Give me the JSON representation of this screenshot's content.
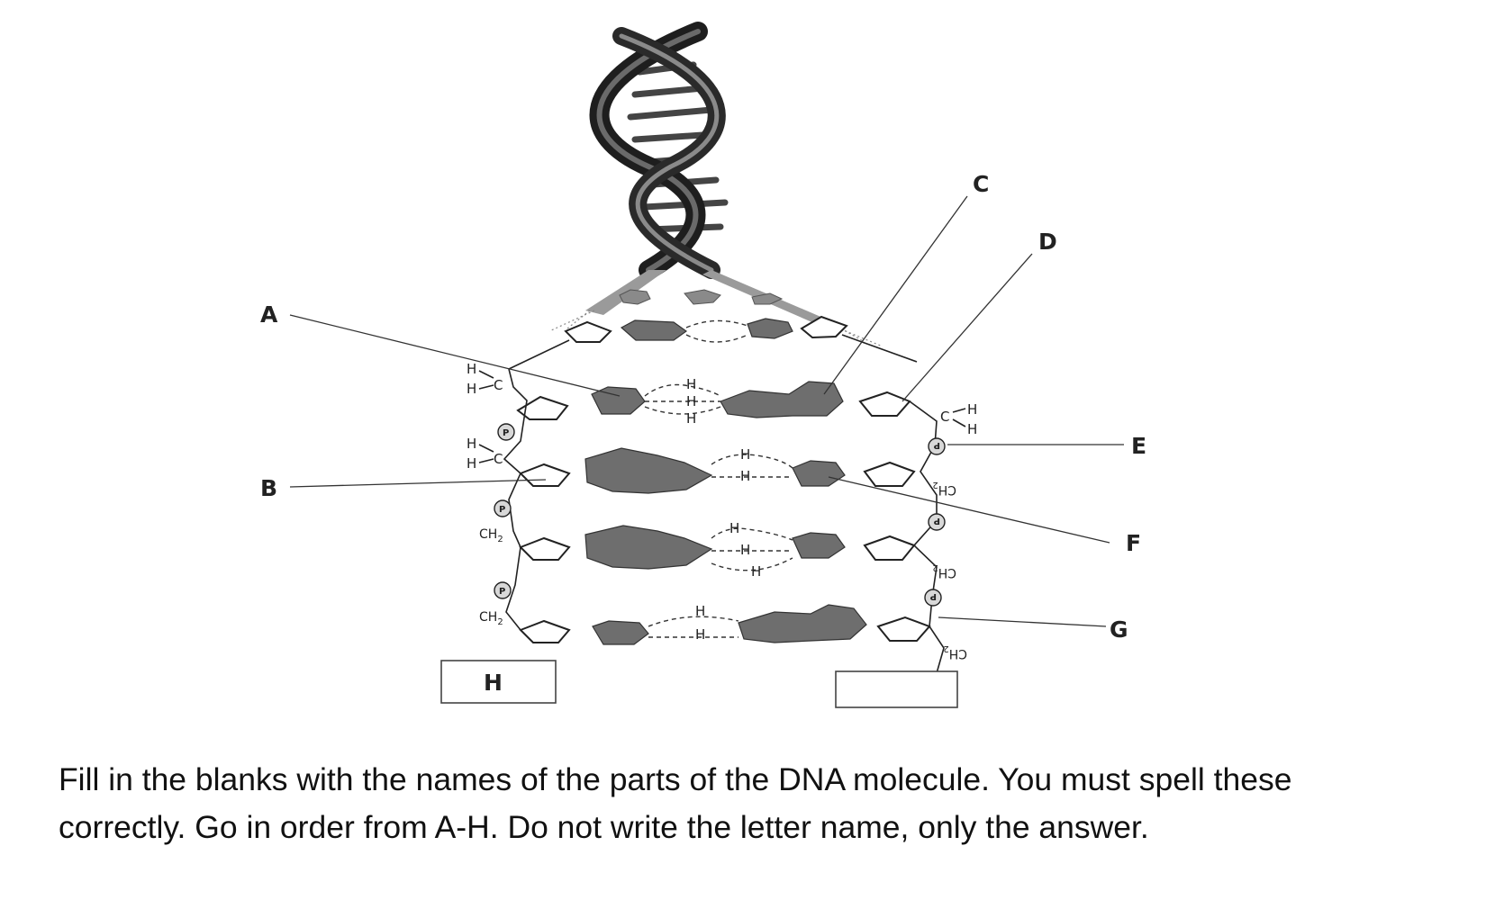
{
  "diagram": {
    "labels": {
      "A": "A",
      "B": "B",
      "C": "C",
      "D": "D",
      "E": "E",
      "F": "F",
      "G": "G",
      "H": "H"
    },
    "atoms": {
      "hydrogen": "H",
      "carbon": "C",
      "phosphate": "P",
      "ch2": "CH",
      "subscript_two": "2"
    },
    "answer_box_h_text": "H",
    "answer_box_blank_text": ""
  },
  "instructions": "Fill in the blanks with the names of the parts of the DNA molecule.  You must spell these correctly.  Go in order from A-H.  Do not write the letter name, only the answer."
}
